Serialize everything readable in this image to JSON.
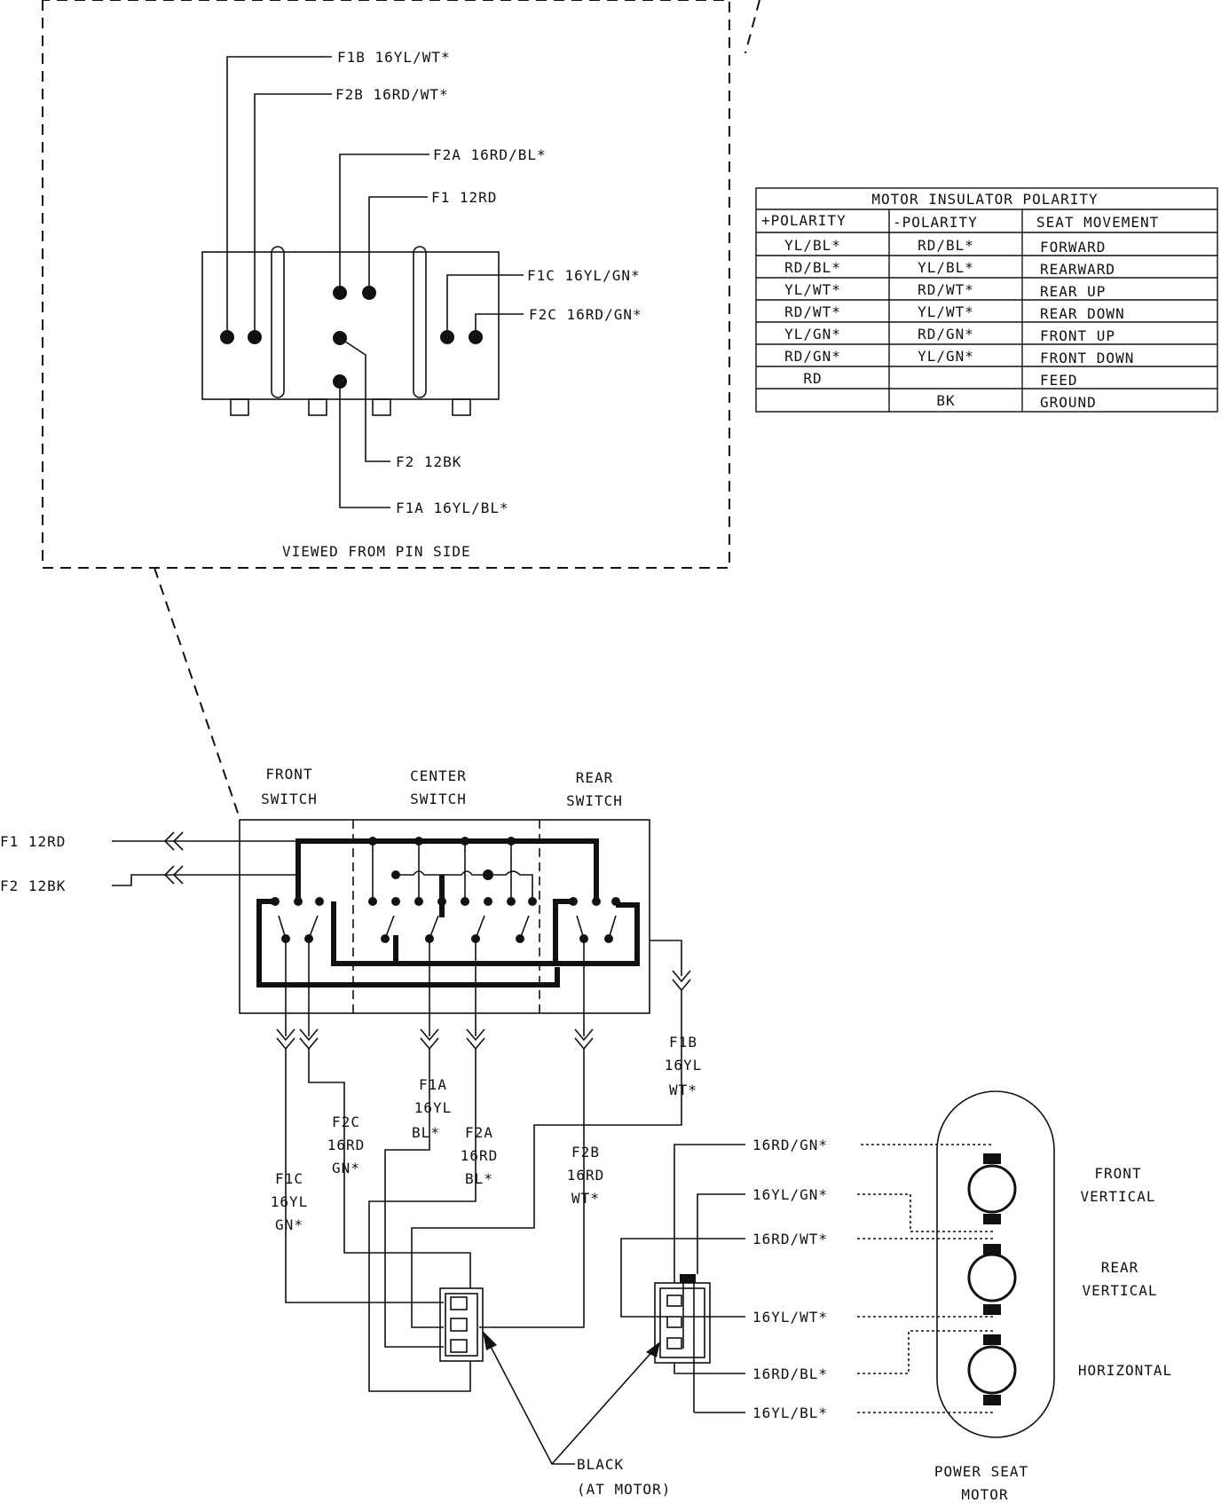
{
  "connector_detail": {
    "caption": "VIEWED FROM PIN SIDE",
    "pins": {
      "f1b": "F1B 16YL/WT*",
      "f2b": "F2B 16RD/WT*",
      "f2a": "F2A 16RD/BL*",
      "f1": "F1 12RD",
      "f1c": "F1C 16YL/GN*",
      "f2c": "F2C 16RD/GN*",
      "f2": "F2 12BK",
      "f1a": "F1A 16YL/BL*"
    }
  },
  "polarity_table": {
    "title": "MOTOR INSULATOR POLARITY",
    "headers": [
      "+POLARITY",
      "-POLARITY",
      "SEAT MOVEMENT"
    ],
    "rows": [
      [
        "YL/BL*",
        "RD/BL*",
        "FORWARD"
      ],
      [
        "RD/BL*",
        "YL/BL*",
        "REARWARD"
      ],
      [
        "YL/WT*",
        "RD/WT*",
        "REAR UP"
      ],
      [
        "RD/WT*",
        "YL/WT*",
        "REAR DOWN"
      ],
      [
        "YL/GN*",
        "RD/GN*",
        "FRONT UP"
      ],
      [
        "RD/GN*",
        "YL/GN*",
        "FRONT DOWN"
      ],
      [
        "RD",
        "",
        "FEED"
      ],
      [
        "",
        "BK",
        "GROUND"
      ]
    ]
  },
  "switch_panel": {
    "front": [
      "FRONT",
      "SWITCH"
    ],
    "center": [
      "CENTER",
      "SWITCH"
    ],
    "rear": [
      "REAR",
      "SWITCH"
    ],
    "input_f1": "F1 12RD",
    "input_f2": "F2 12BK"
  },
  "harness": {
    "f1c": [
      "F1C",
      "16YL",
      "GN*"
    ],
    "f2c": [
      "F2C",
      "16RD",
      "GN*"
    ],
    "f1a": [
      "F1A",
      "16YL",
      "BL*"
    ],
    "f2a": [
      "F2A",
      "16RD",
      "BL*"
    ],
    "f2b": [
      "F2B",
      "16RD",
      "WT*"
    ],
    "f1b": [
      "F1B",
      "16YL",
      "WT*"
    ]
  },
  "motor_wires": [
    "16RD/GN*",
    "16YL/GN*",
    "16RD/WT*",
    "16YL/WT*",
    "16RD/BL*",
    "16YL/BL*"
  ],
  "motors": {
    "front": [
      "FRONT",
      "VERTICAL"
    ],
    "rear": [
      "REAR",
      "VERTICAL"
    ],
    "horizontal": "HORIZONTAL",
    "assembly": [
      "POWER SEAT",
      "MOTOR"
    ]
  },
  "connector_note": [
    "BLACK",
    "(AT MOTOR)"
  ]
}
